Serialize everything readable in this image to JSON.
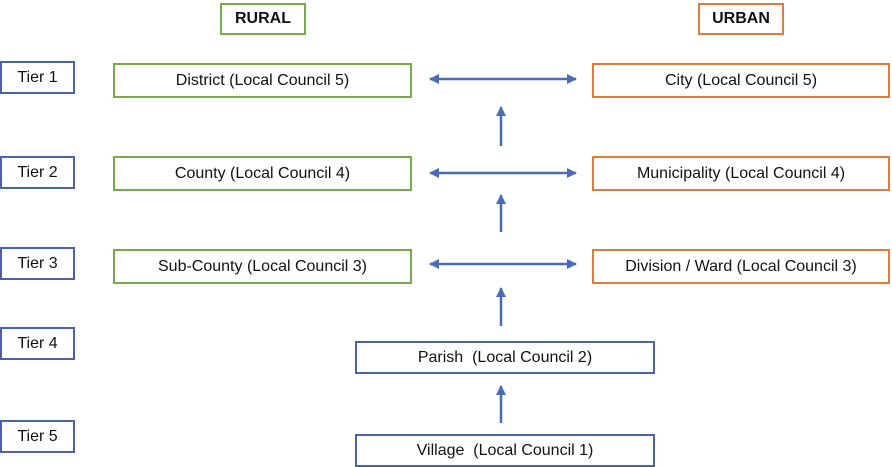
{
  "headers": {
    "rural": "RURAL",
    "urban": "URBAN"
  },
  "tiers": [
    "Tier 1",
    "Tier 2",
    "Tier 3",
    "Tier 4",
    "Tier 5"
  ],
  "rural": [
    "District (Local Council 5)",
    "County (Local Council 4)",
    "Sub-County (Local Council 3)"
  ],
  "urban": [
    "City (Local Council 5)",
    "Municipality (Local Council 4)",
    "Division / Ward (Local Council 3)"
  ],
  "shared": [
    "Parish  (Local Council 2)",
    "Village  (Local Council 1)"
  ],
  "colors": {
    "tier_border": "#4a62ad",
    "rural_border": "#77ab45",
    "urban_border": "#e07b3c",
    "arrow": "#4a6bb5"
  }
}
